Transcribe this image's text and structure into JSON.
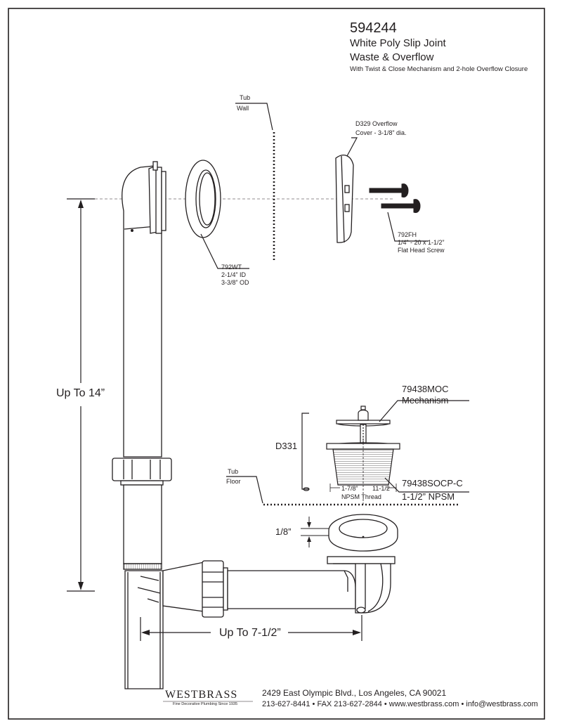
{
  "title": {
    "part_number": "594244",
    "line1": "White Poly Slip Joint",
    "line2": "Waste & Overflow",
    "line3": "With Twist & Close Mechanism and 2-hole Overflow Closure"
  },
  "callouts": {
    "tub_wall": [
      "Tub",
      "Wall"
    ],
    "d329": [
      "D329 Overflow",
      "Cover - 3-1/8” dia."
    ],
    "wt792": [
      "792WT",
      "2-1/4” ID",
      "3-3/8” OD"
    ],
    "fh792": [
      "792FH",
      "1/4” - 20 x 1-1/2”",
      "Flat Head Screw"
    ],
    "moc": [
      "79438MOC",
      "Mechanism"
    ],
    "d331": "D331",
    "tub_floor": [
      "Tub",
      "Floor"
    ],
    "thread": [
      "1-7/8”",
      "11-1/2",
      "NPSM Thread"
    ],
    "socp": [
      "79438SOCP-C",
      "1-1/2” NPSM"
    ]
  },
  "dimensions": {
    "vertical": "Up To 14”",
    "horizontal": "Up To 7-1/2”",
    "gasket_gap": "1/8”"
  },
  "footer": {
    "brand": "WESTBRASS",
    "tagline": "Fine Decorative Plumbing Since 1935",
    "address": "2429 East Olympic Blvd., Los Angeles, CA  90021",
    "contact": "213-627-8441 • FAX 213-627-2844 • www.westbrass.com • info@westbrass.com"
  }
}
